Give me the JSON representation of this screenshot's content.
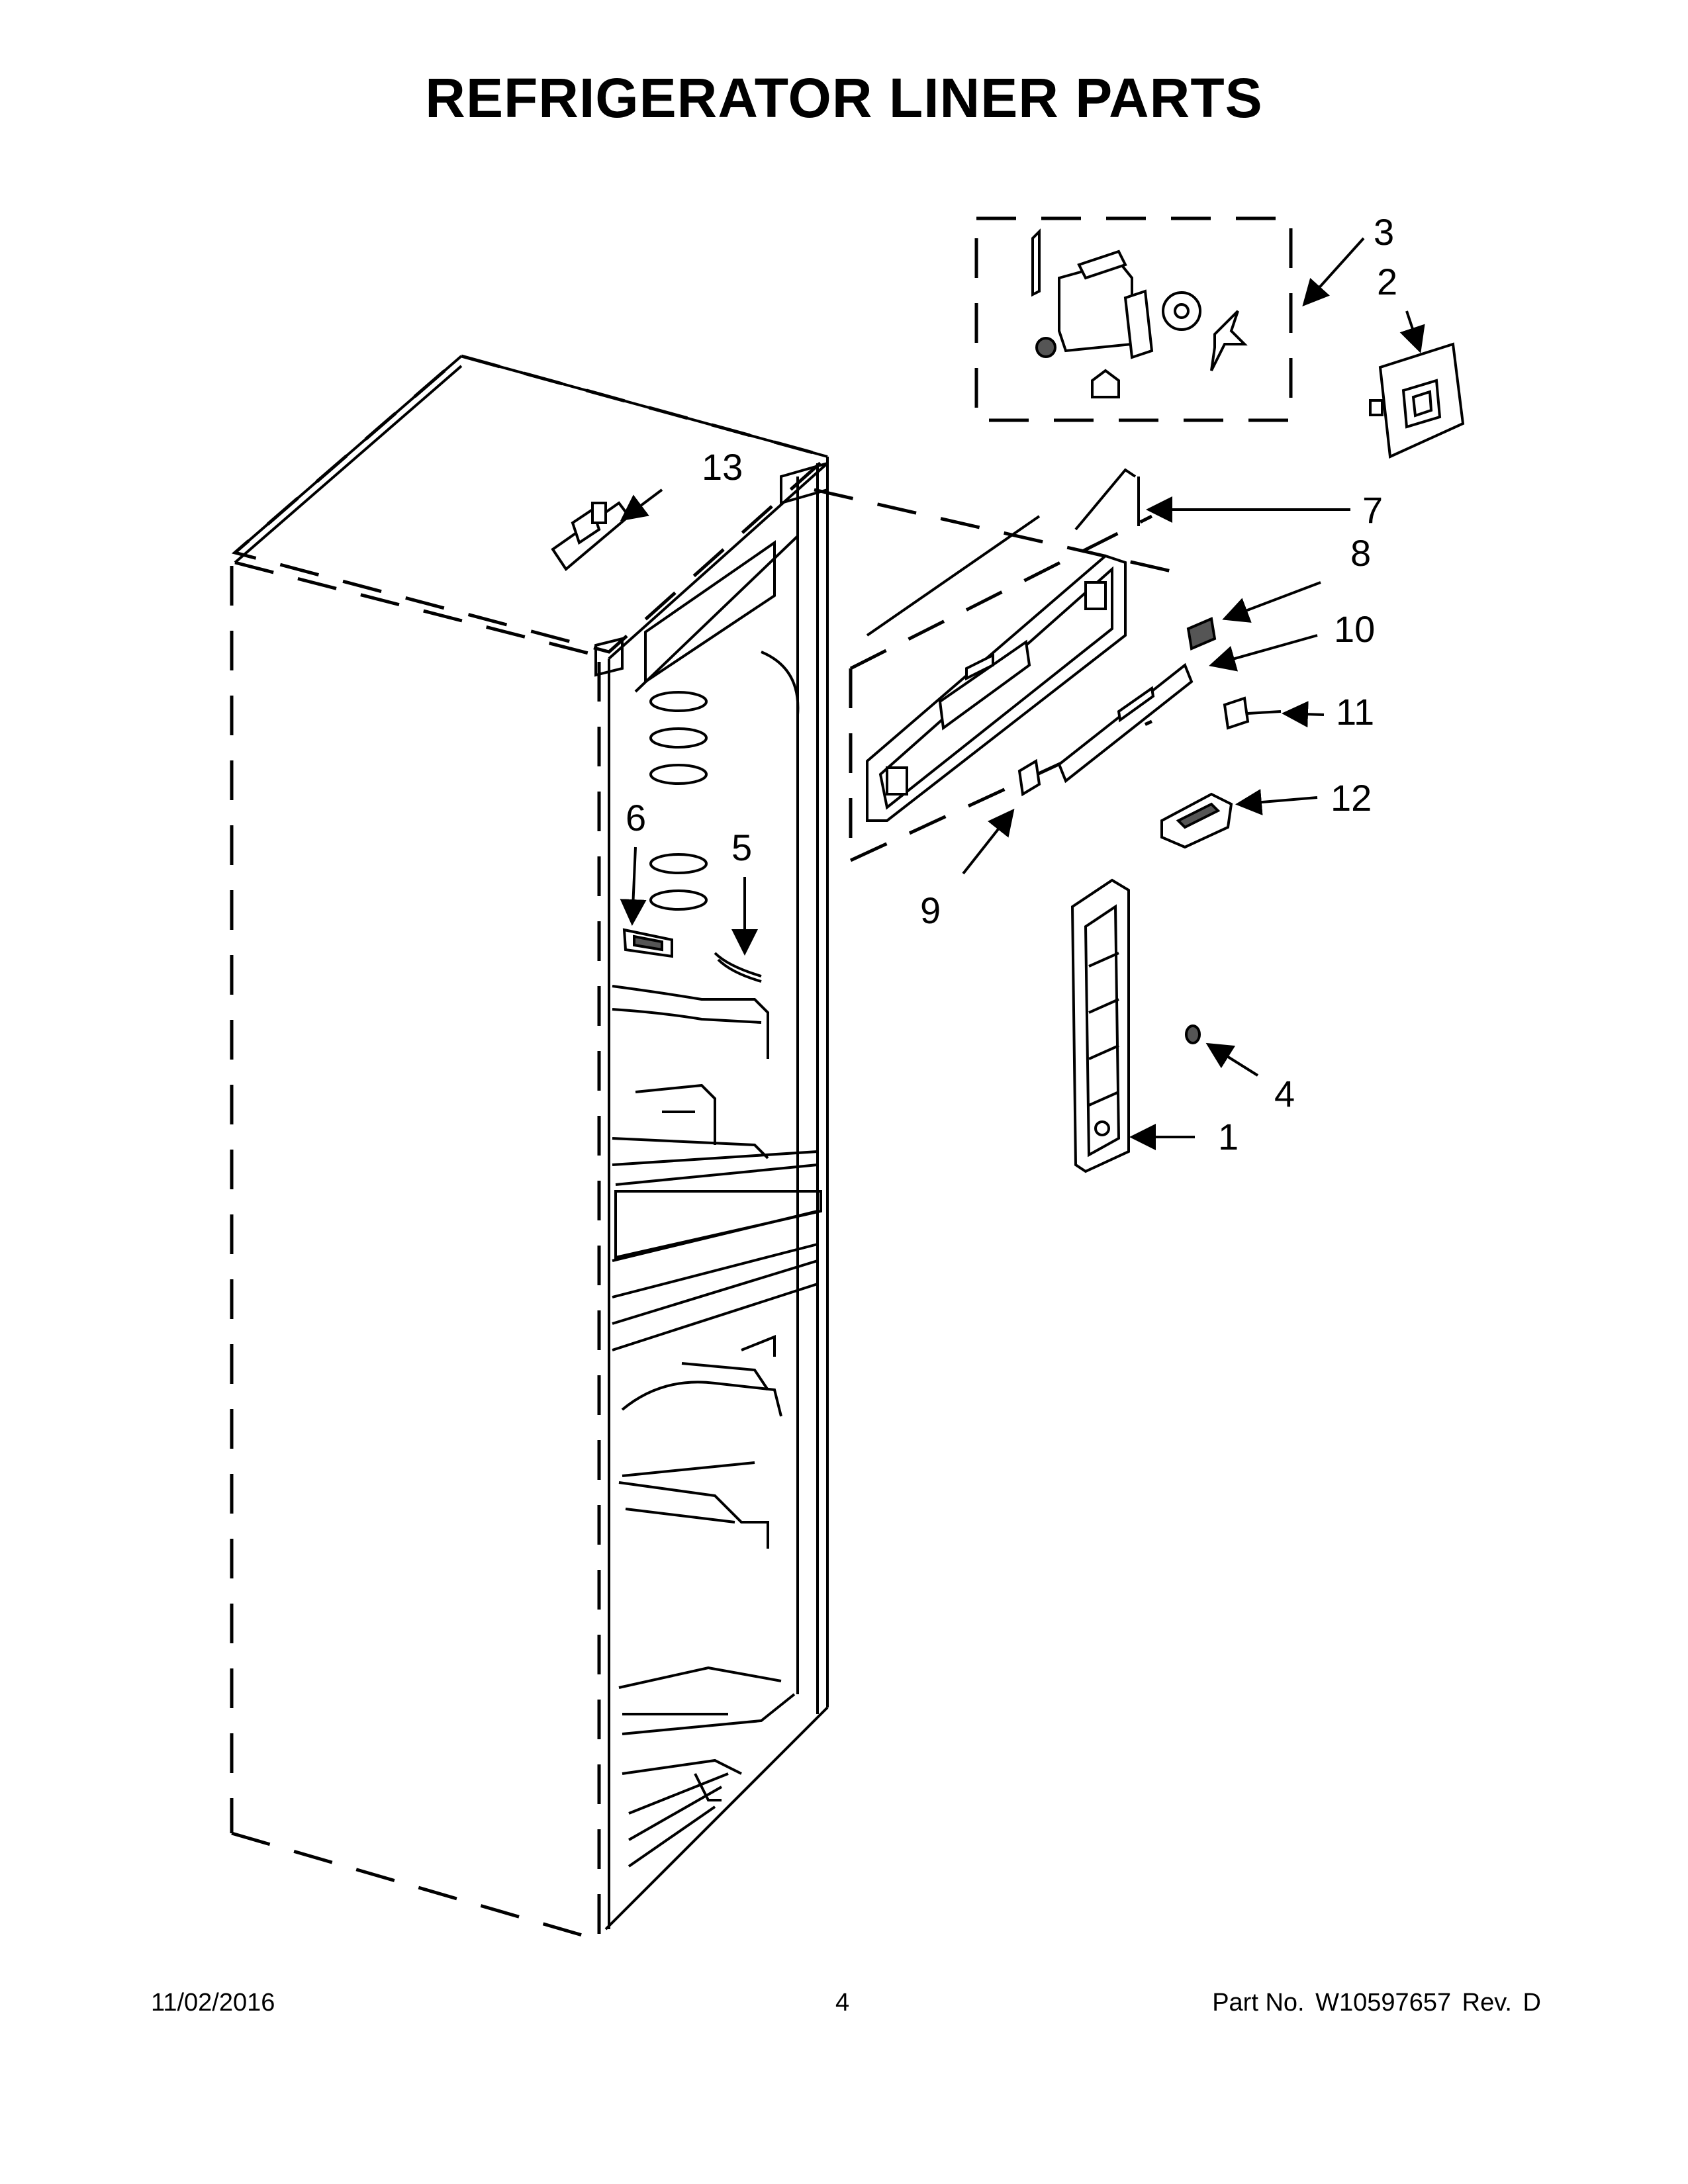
{
  "header": {
    "title": "REFRIGERATOR LINER PARTS"
  },
  "callouts": {
    "c1": "1",
    "c2": "2",
    "c3": "3",
    "c4": "4",
    "c5": "5",
    "c6": "6",
    "c7": "7",
    "c8": "8",
    "c9": "9",
    "c10": "10",
    "c11": "11",
    "c12": "12",
    "c13": "13"
  },
  "footer": {
    "date": "11/02/2016",
    "page": "4",
    "part_label": "Part No.",
    "part_number": "W10597657",
    "rev_label": "Rev.",
    "rev": "D"
  }
}
